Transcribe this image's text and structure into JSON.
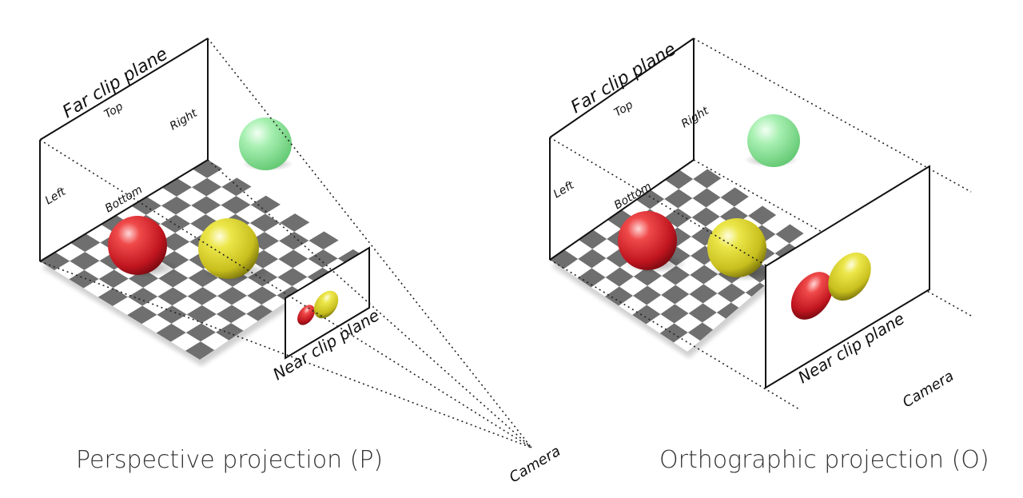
{
  "diagram": {
    "perspective": {
      "caption": "Perspective projection (P)",
      "far_label": "Far clip plane",
      "near_label": "Near clip plane",
      "top_label": "Top",
      "right_label": "Right",
      "left_label": "Left",
      "bottom_label": "Bottom",
      "camera_label": "Camera"
    },
    "orthographic": {
      "caption": "Orthographic projection (O)",
      "far_label": "Far clip plane",
      "near_label": "Near clip plane",
      "top_label": "Top",
      "right_label": "Right",
      "left_label": "Left",
      "bottom_label": "Bottom",
      "camera_label": "Camera"
    },
    "colors": {
      "red_sphere": "#d0202a",
      "yellow_sphere": "#d8d22a",
      "green_sphere": "#8ee39a",
      "checker_dark": "#6f6f6f",
      "checker_light": "#ffffff"
    }
  }
}
